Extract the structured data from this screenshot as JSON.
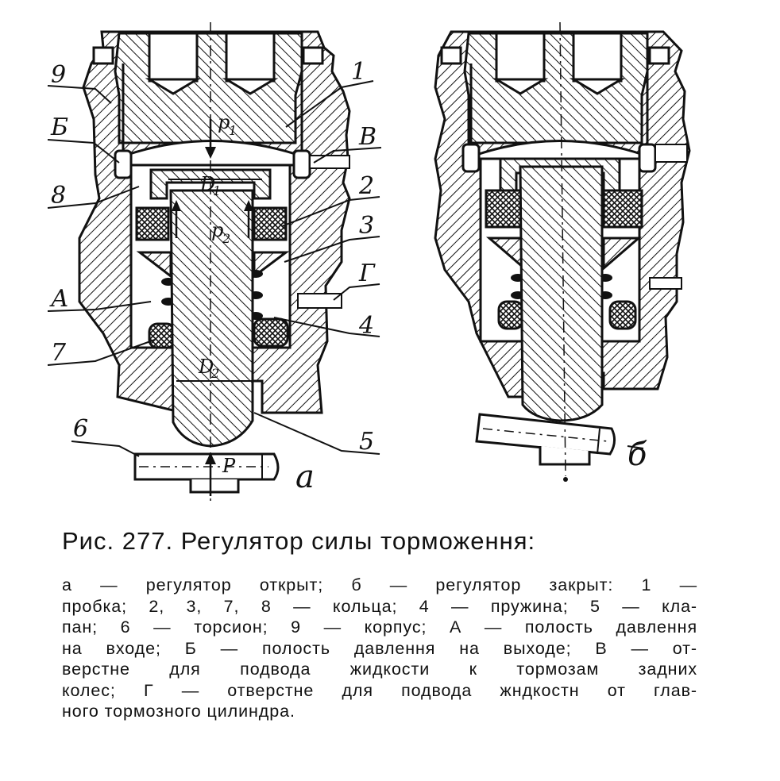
{
  "figure": {
    "labels_left": {
      "n9": "9",
      "nB": "Б",
      "n8": "8",
      "nA": "А",
      "n7": "7",
      "n6": "6",
      "n1": "1",
      "nV": "В",
      "n2": "2",
      "n3": "3",
      "nG": "Г",
      "n4": "4",
      "n5": "5",
      "p1": "p",
      "p1_sub": "1",
      "p2": "p",
      "p2_sub": "2",
      "D1": "D",
      "D1_sub": "1",
      "D2": "D",
      "D2_sub": "2",
      "P": "P",
      "view": "а"
    },
    "labels_right": {
      "view": "б"
    }
  },
  "caption": {
    "title": "Рис. 277. Регулятор силы торможення:",
    "lines": [
      "а — регулятор открыт; б — регулятор закрыт: 1 —",
      "пробка; 2, 3, 7, 8 — кольца; 4 — пружина; 5 — кла-",
      "пан; 6 — торсион; 9 — корпус; А — полость давлення",
      "на входе; Б — полость давлення на выходе; В — от-",
      "верстне для подвода жидкости к тормозам задних",
      "колес; Г — отверстне для подвода жндкостн от глав-",
      "ного тормозного цилиндра."
    ]
  }
}
